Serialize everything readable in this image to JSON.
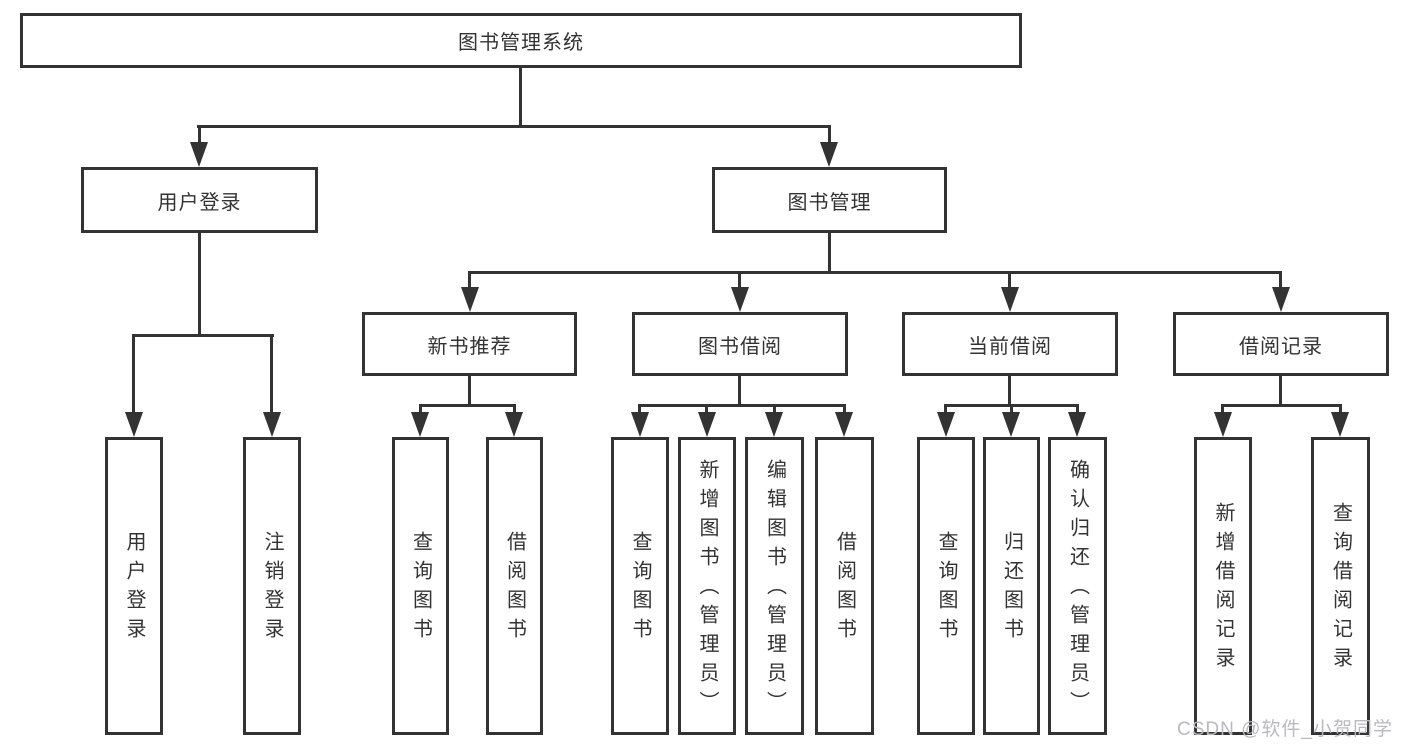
{
  "nodes": {
    "root": "图书管理系统",
    "user_login": "用户登录",
    "book_mgmt": "图书管理",
    "new_book_rec": "新书推荐",
    "book_borrow": "图书借阅",
    "current_borrow": "当前借阅",
    "borrow_record": "借阅记录",
    "leaf_user_login": "用户登录",
    "leaf_logout": "注销登录",
    "leaf_nbr_query": "查询图书",
    "leaf_nbr_borrow": "借阅图书",
    "leaf_bb_query": "查询图书",
    "leaf_bb_add": "新增图书（管理员）",
    "leaf_bb_edit": "编辑图书（管理员）",
    "leaf_bb_borrow": "借阅图书",
    "leaf_cb_query": "查询图书",
    "leaf_cb_return": "归还图书",
    "leaf_cb_confirm": "确认归还（管理员）",
    "leaf_br_add": "新增借阅记录",
    "leaf_br_query": "查询借阅记录"
  },
  "watermark": "CSDN @软件_小贺同学",
  "colors": {
    "line": "#333333",
    "text": "#333333",
    "watermark": "#b9b9bf",
    "background": "#ffffff"
  }
}
